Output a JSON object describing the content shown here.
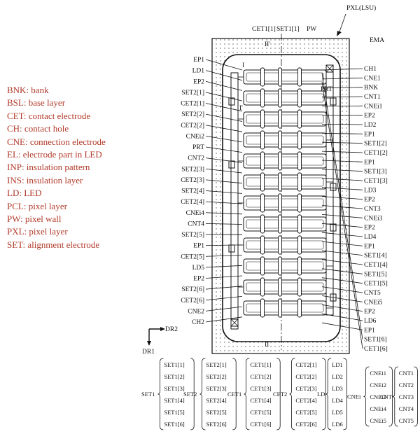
{
  "legend": [
    "BNK: bank",
    "BSL: base layer",
    "CET: contact electrode",
    "CH: contact hole",
    "CNE: connection electrode",
    "EL: electrode part in LED",
    "INP: insulation pattern",
    "INS: insulation layer",
    "LD: LED",
    "PCL: pixel layer",
    "PW: pixel wall",
    "PXL: pixel layer",
    "SET: alignment electrode"
  ],
  "top_labels": {
    "pxl": "PXL(LSU)",
    "cet1_1": "CET1[1]",
    "set1_1": "SET1[1]",
    "pw": "PW",
    "ema": "EMA",
    "section_top": "II'",
    "section_bottom": "II"
  },
  "left_labels": [
    "EP1",
    "LD1",
    "EP2",
    "SET2[1]",
    "CET2[1]",
    "SET2[2]",
    "CET2[2]",
    "CNEi2",
    "PRT",
    "CNT2",
    "SET2[3]",
    "CET2[3]",
    "SET2[4]",
    "CET2[4]",
    "CNEi4",
    "CNT4",
    "SET2[5]",
    "EP1",
    "CET2[5]",
    "LD5",
    "EP2",
    "SET2[6]",
    "CET2[6]",
    "CNE2",
    "CH2"
  ],
  "right_labels": [
    "CH1",
    "CNE1",
    "BNK",
    "CNT1",
    "CNEi1",
    "EP2",
    "LD2",
    "EP1",
    "SET1[2]",
    "CET1[2]",
    "EP1",
    "SET1[3]",
    "CET1[3]",
    "LD3",
    "EP2",
    "CNT3",
    "CNEi3",
    "EP2",
    "LD4",
    "EP1",
    "SET1[4]",
    "CET1[4]",
    "SET1[5]",
    "CET1[5]",
    "CNT5",
    "CNEi5",
    "EP2",
    "LD6",
    "EP1",
    "SET1[6]",
    "CET1[6]"
  ],
  "inline_labels": {
    "prt_inner": "PRT",
    "i_top": "I",
    "i_prime": "I'"
  },
  "direction": {
    "dr1": "DR1",
    "dr2": "DR2"
  },
  "groups": [
    {
      "name": "SET1",
      "items": [
        "SET1[1]",
        "SET1[2]",
        "SET1[3]",
        "SET1[4]",
        "SET1[5]",
        "SET1[6]"
      ]
    },
    {
      "name": "SET2",
      "items": [
        "SET2[1]",
        "SET2[2]",
        "SET2[3]",
        "SET2[4]",
        "SET2[5]",
        "SET2[6]"
      ]
    },
    {
      "name": "CET1",
      "items": [
        "CET1[1]",
        "CET1[2]",
        "CET1[3]",
        "CET1[4]",
        "CET1[5]",
        "CET1[6]"
      ]
    },
    {
      "name": "CET2",
      "items": [
        "CET2[1]",
        "CET2[2]",
        "CET2[3]",
        "CET2[4]",
        "CET2[5]",
        "CET2[6]"
      ]
    },
    {
      "name": "LD",
      "items": [
        "LD1",
        "LD2",
        "LD3",
        "LD4",
        "LD5",
        "LD6"
      ]
    },
    {
      "name": "CNEi",
      "items": [
        "CNEi1",
        "CNEi2",
        "CNEi3",
        "CNEi4",
        "CNEi5"
      ]
    },
    {
      "name": "CNT",
      "items": [
        "CNT1",
        "CNT2",
        "CNT3",
        "CNT4",
        "CNT5"
      ]
    }
  ]
}
